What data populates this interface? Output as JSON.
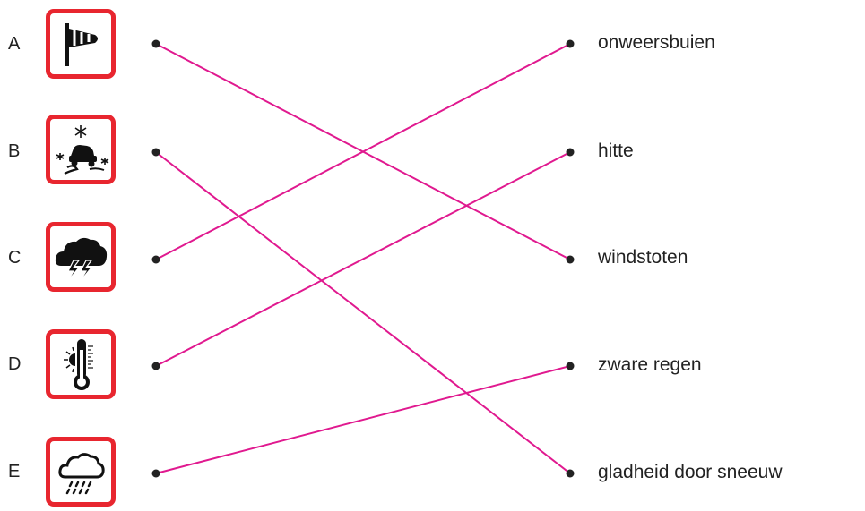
{
  "items": [
    {
      "letter": "A",
      "icon": "windsock-icon"
    },
    {
      "letter": "B",
      "icon": "slippery-car-snow-icon"
    },
    {
      "letter": "C",
      "icon": "thunderstorm-cloud-icon"
    },
    {
      "letter": "D",
      "icon": "thermometer-sun-icon"
    },
    {
      "letter": "E",
      "icon": "rain-cloud-icon"
    }
  ],
  "answers": [
    "onweersbuien",
    "hitte",
    "windstoten",
    "zware regen",
    "gladheid door sneeuw"
  ],
  "matches": [
    {
      "from": "A",
      "to": "windstoten"
    },
    {
      "from": "B",
      "to": "gladheid door sneeuw"
    },
    {
      "from": "C",
      "to": "onweersbuien"
    },
    {
      "from": "D",
      "to": "hitte"
    },
    {
      "from": "E",
      "to": "zware regen"
    }
  ],
  "colors": {
    "line": "#e0198f",
    "icon_border": "#e8262f",
    "dot": "#222222"
  }
}
